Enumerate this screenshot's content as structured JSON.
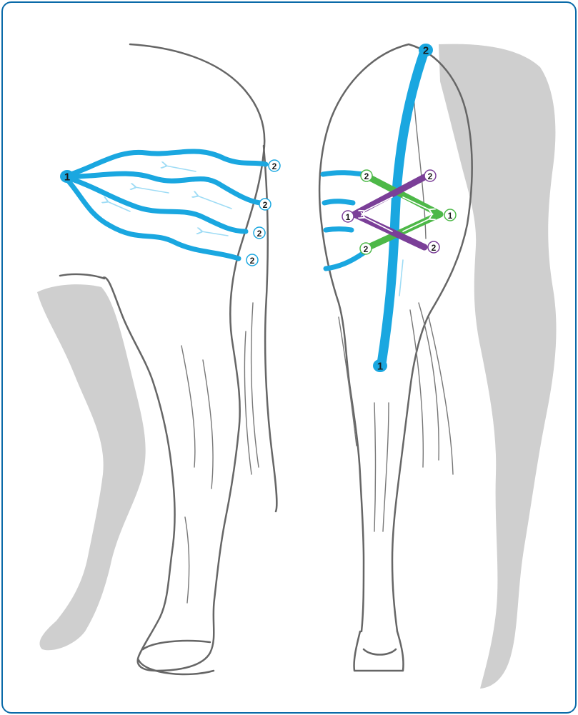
{
  "colors": {
    "frame": "#0a6aa8",
    "lymph_blue": "#1aa7e0",
    "arrow_light": "#9fdcf5",
    "green": "#4db848",
    "purple": "#7b3f98",
    "shadow": "#cfcfcf",
    "outline": "#666666"
  },
  "markers": {
    "side_start": "1",
    "side_ends": [
      "2",
      "2",
      "2",
      "2"
    ],
    "rear_top": "2",
    "rear_bottom": "1",
    "rear_left_green_top": "2",
    "rear_left_green_bottom": "2",
    "rear_left_purple": "1",
    "rear_right_purple_top": "2",
    "rear_right_purple_bottom": "2",
    "rear_right_green": "1"
  }
}
